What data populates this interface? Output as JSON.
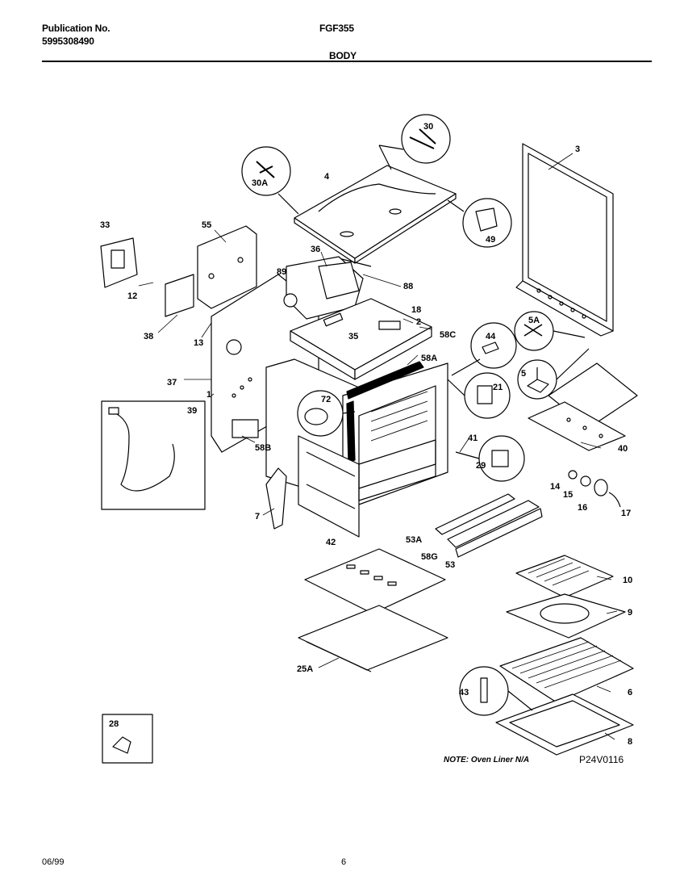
{
  "header": {
    "publication_label": "Publication No.",
    "publication_number": "5995308490",
    "model": "FGF355",
    "section": "BODY"
  },
  "parts": [
    {
      "id": "p-30",
      "label": "30"
    },
    {
      "id": "p-30a",
      "label": "30A"
    },
    {
      "id": "p-4",
      "label": "4"
    },
    {
      "id": "p-3",
      "label": "3"
    },
    {
      "id": "p-49",
      "label": "49"
    },
    {
      "id": "p-33",
      "label": "33"
    },
    {
      "id": "p-55",
      "label": "55"
    },
    {
      "id": "p-36",
      "label": "36"
    },
    {
      "id": "p-89",
      "label": "89"
    },
    {
      "id": "p-88",
      "label": "88"
    },
    {
      "id": "p-12",
      "label": "12"
    },
    {
      "id": "p-18",
      "label": "18"
    },
    {
      "id": "p-2",
      "label": "2"
    },
    {
      "id": "p-58c",
      "label": "58C"
    },
    {
      "id": "p-38",
      "label": "38"
    },
    {
      "id": "p-13",
      "label": "13"
    },
    {
      "id": "p-35",
      "label": "35"
    },
    {
      "id": "p-44",
      "label": "44"
    },
    {
      "id": "p-5a",
      "label": "5A"
    },
    {
      "id": "p-58a",
      "label": "58A"
    },
    {
      "id": "p-37",
      "label": "37"
    },
    {
      "id": "p-5",
      "label": "5"
    },
    {
      "id": "p-1",
      "label": "1"
    },
    {
      "id": "p-21",
      "label": "21"
    },
    {
      "id": "p-72",
      "label": "72"
    },
    {
      "id": "p-39",
      "label": "39"
    },
    {
      "id": "p-40",
      "label": "40"
    },
    {
      "id": "p-41",
      "label": "41"
    },
    {
      "id": "p-58b",
      "label": "58B"
    },
    {
      "id": "p-29",
      "label": "29"
    },
    {
      "id": "p-7",
      "label": "7"
    },
    {
      "id": "p-14",
      "label": "14"
    },
    {
      "id": "p-15",
      "label": "15"
    },
    {
      "id": "p-16",
      "label": "16"
    },
    {
      "id": "p-17",
      "label": "17"
    },
    {
      "id": "p-42",
      "label": "42"
    },
    {
      "id": "p-53a",
      "label": "53A"
    },
    {
      "id": "p-58g",
      "label": "58G"
    },
    {
      "id": "p-53",
      "label": "53"
    },
    {
      "id": "p-10",
      "label": "10"
    },
    {
      "id": "p-9",
      "label": "9"
    },
    {
      "id": "p-25a",
      "label": "25A"
    },
    {
      "id": "p-6",
      "label": "6"
    },
    {
      "id": "p-43",
      "label": "43"
    },
    {
      "id": "p-8",
      "label": "8"
    },
    {
      "id": "p-28",
      "label": "28"
    }
  ],
  "note": "NOTE: Oven Liner N/A",
  "diagram_code": "P24V0116",
  "footer": {
    "date": "06/99",
    "page": "6"
  }
}
